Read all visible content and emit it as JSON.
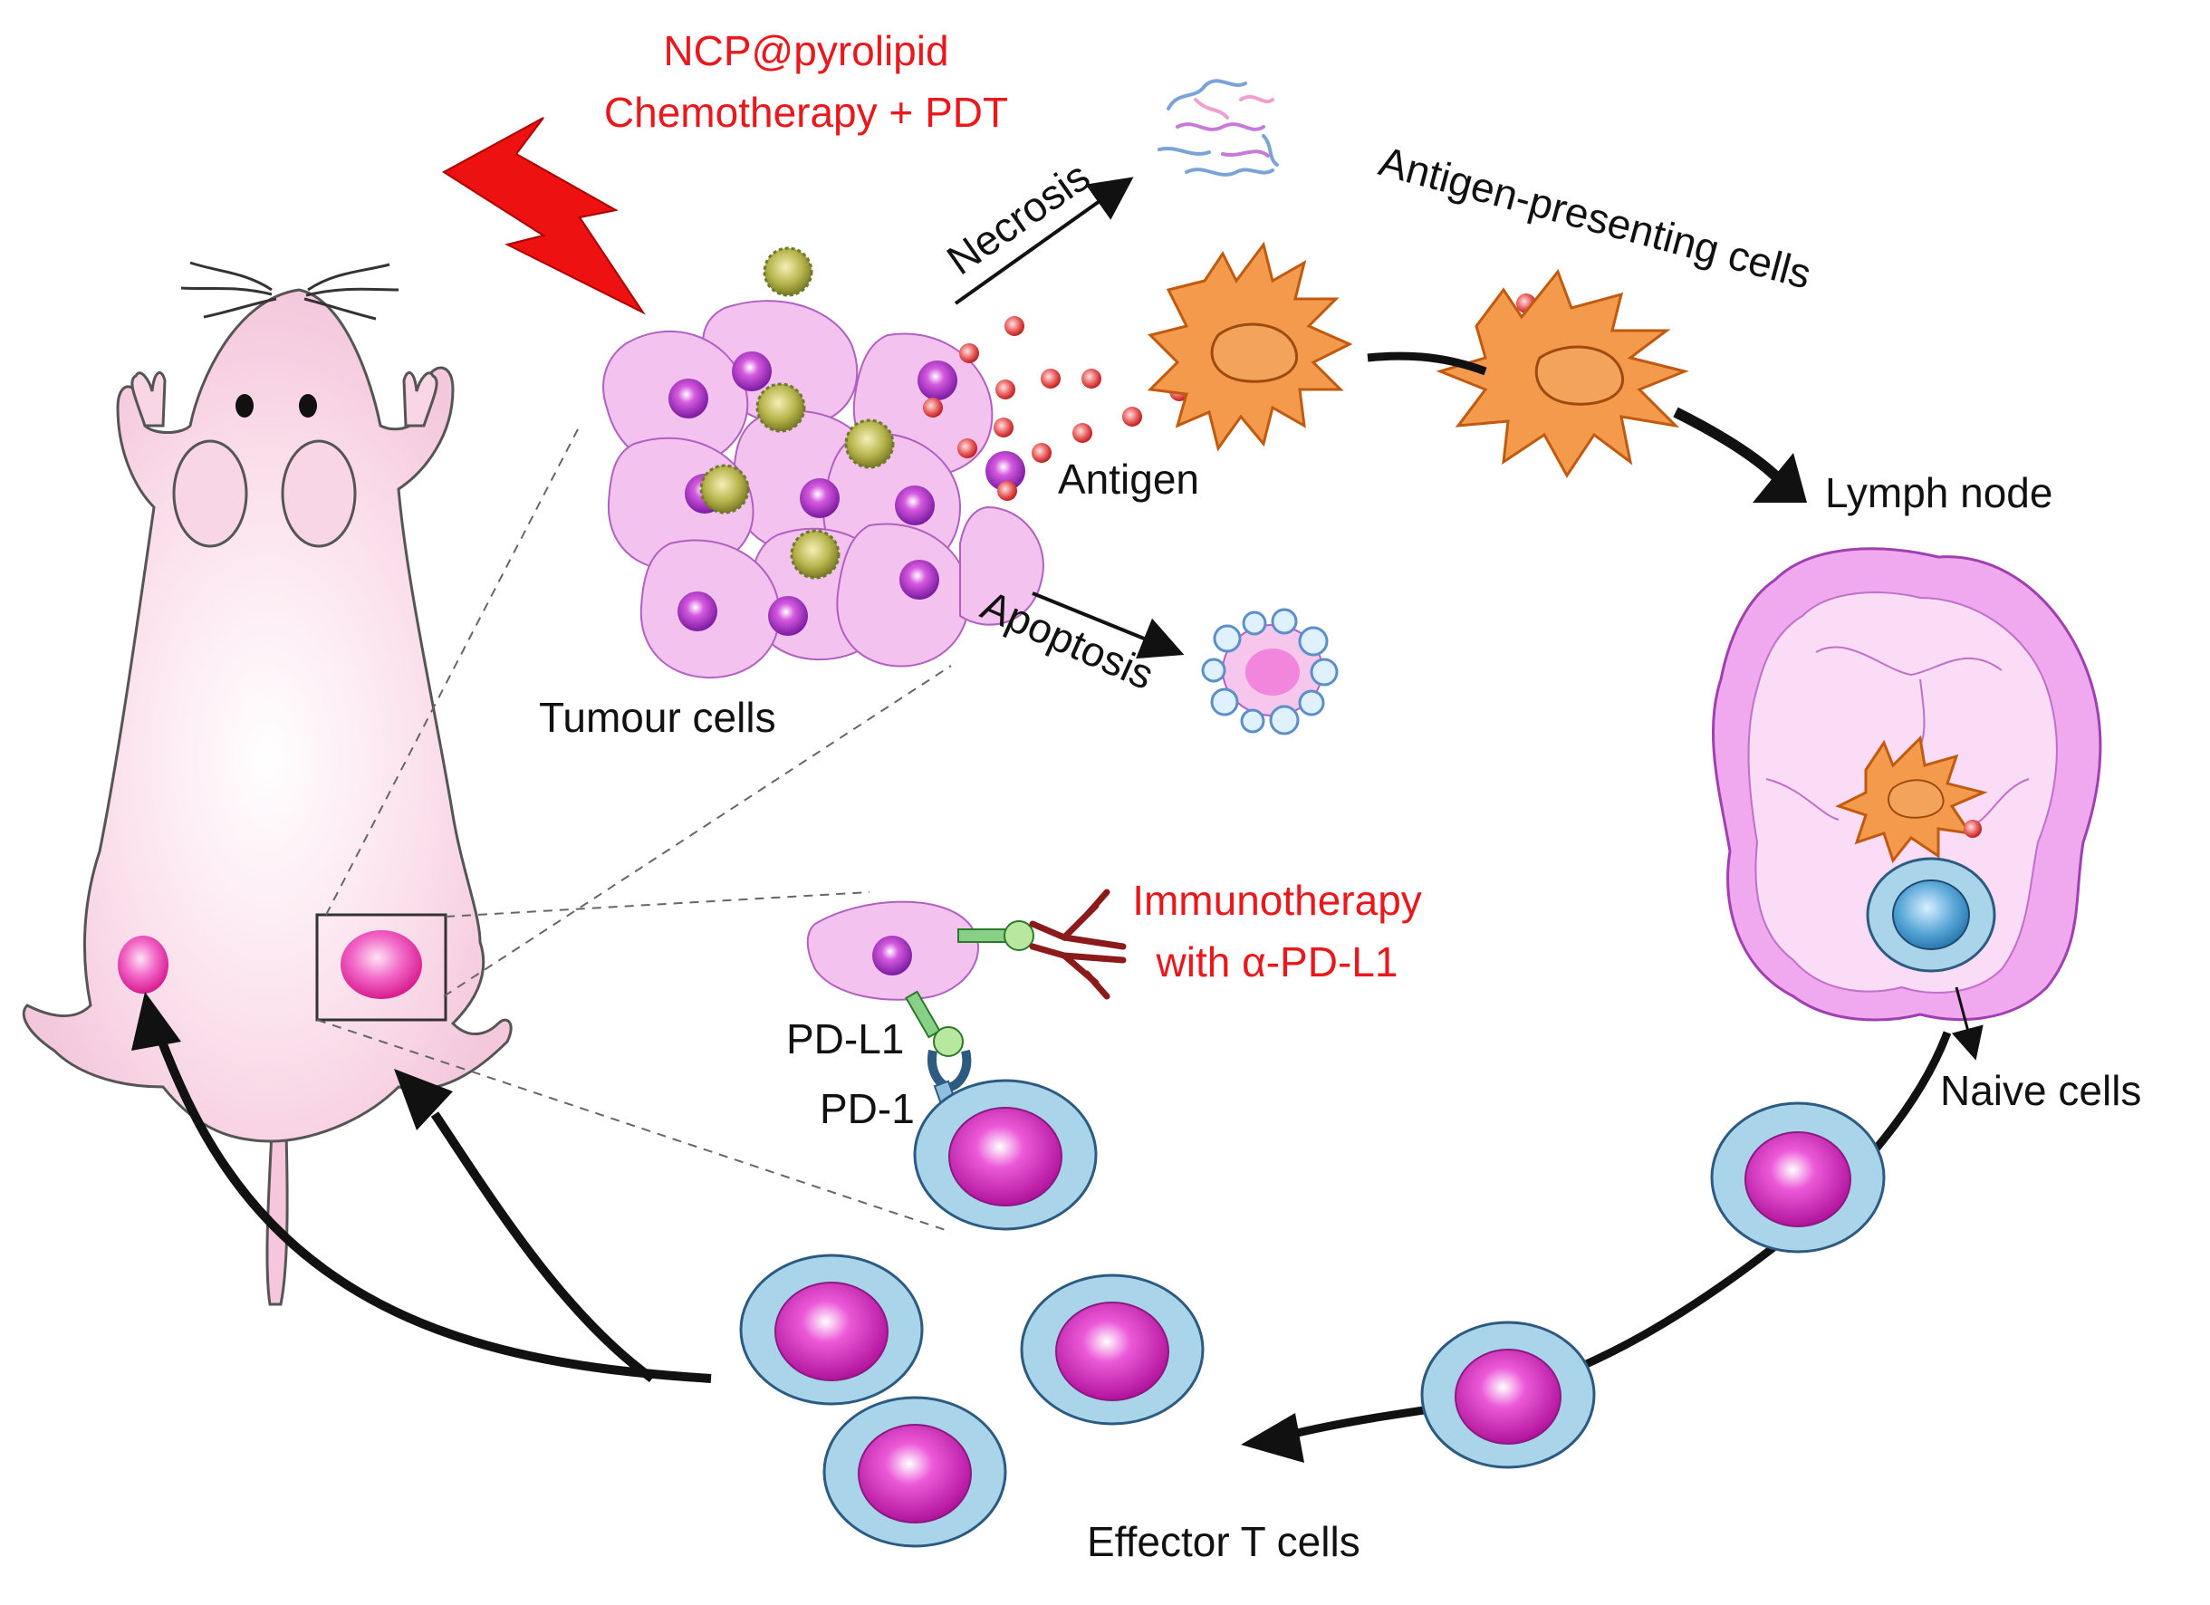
{
  "diagram": {
    "treatment": {
      "line1": "NCP@pyrolipid",
      "line2": "Chemotherapy + PDT",
      "color": "#e8181c"
    },
    "necrosis": "Necrosis",
    "apoptosis": "Apoptosis",
    "tumour_cells": "Tumour cells",
    "antigen": "Antigen",
    "apc": "Antigen-presenting cells",
    "lymph_node": "Lymph node",
    "naive_cells": "Naive cells",
    "effector": "Effector T cells",
    "immuno": {
      "line1": "Immunotherapy",
      "line2": "with α-PD-L1",
      "color": "#e8181c"
    },
    "pdl1": "PD-L1",
    "pd1": "PD-1",
    "colors": {
      "tumour_pink": "#f4c2ef",
      "nucleus_purple": "#9b27b0",
      "apc_orange": "#f39a4c",
      "tcell_blue": "#a9d4ea",
      "tcell_magenta": "#e040c8",
      "mouse_pink": "#f8d4e6",
      "antibody": "#8b1a1a"
    },
    "icons": [
      "mouse-icon",
      "lightning-bolt-icon",
      "antibody-icon",
      "nanoparticle-icon"
    ]
  }
}
